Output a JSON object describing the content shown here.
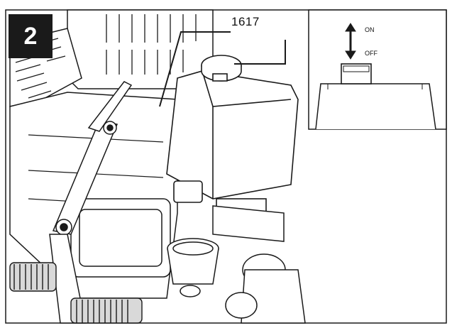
{
  "figure": {
    "step_number": "2",
    "part_number": "1617"
  },
  "inset": {
    "on_label": "ON",
    "off_label": "OFF"
  },
  "colors": {
    "line": "#1a1a1a",
    "fill": "#ffffff",
    "shade": "#d9d9d9",
    "badge": "#1a1a1a"
  }
}
